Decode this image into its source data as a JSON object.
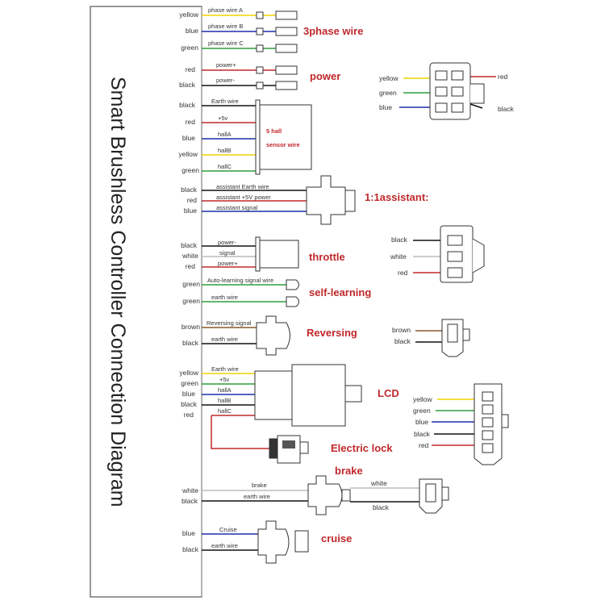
{
  "title": "Smart Brushless Controller Connection Diagram",
  "colors": {
    "yellow": "#f2d200",
    "blue": "#1f2fa8",
    "green": "#2f9e3a",
    "red": "#c0282b",
    "black": "#111111",
    "white": "#bbbbbb",
    "brown": "#8b5a2b",
    "label_red": "#c0282b"
  },
  "sections": {
    "phase": {
      "label": "3phase wire",
      "wires": [
        {
          "color_name": "yellow",
          "label": "phase wire A"
        },
        {
          "color_name": "blue",
          "label": "phase wire B"
        },
        {
          "color_name": "green",
          "label": "phase wire C"
        }
      ]
    },
    "power": {
      "label": "power",
      "wires": [
        {
          "color_name": "red",
          "label": "power+"
        },
        {
          "color_name": "black",
          "label": "power-"
        }
      ],
      "plug_pins": {
        "left": [
          "yellow",
          "green",
          "blue"
        ],
        "right": [
          "red",
          "black"
        ]
      }
    },
    "hall": {
      "box_label_1": "5 hall",
      "box_label_2": "sensor wire",
      "wires": [
        {
          "color_name": "black",
          "label": "Earth wire"
        },
        {
          "color_name": "red",
          "label": "+5v"
        },
        {
          "color_name": "blue",
          "label": "hallA"
        },
        {
          "color_name": "yellow",
          "label": "hallB"
        },
        {
          "color_name": "green",
          "label": "hallC"
        }
      ]
    },
    "assistant": {
      "label": "1:1assistant:",
      "wires": [
        {
          "color_name": "black",
          "label": "assistant Earth wire"
        },
        {
          "color_name": "red",
          "label": "assistant +5V power"
        },
        {
          "color_name": "blue",
          "label": "assistant signal"
        }
      ]
    },
    "throttle": {
      "label": "throttle",
      "wires": [
        {
          "color_name": "black",
          "label": "power-"
        },
        {
          "color_name": "white",
          "label": "signal"
        },
        {
          "color_name": "red",
          "label": "power+"
        }
      ],
      "plug_pins": [
        "black",
        "white",
        "red"
      ]
    },
    "self_learning": {
      "label": "self-learning",
      "wires": [
        {
          "color_name": "green",
          "label": "Auto-learning signal wire"
        },
        {
          "color_name": "green",
          "label": "earth wire"
        }
      ]
    },
    "reversing": {
      "label": "Reversing",
      "wires": [
        {
          "color_name": "brown",
          "label": "Reversing signal"
        },
        {
          "color_name": "black",
          "label": "earth wire"
        }
      ],
      "plug_pins": [
        "brown",
        "black"
      ]
    },
    "lcd": {
      "label": "LCD",
      "wires": [
        {
          "color_name": "yellow",
          "label": "Earth wire"
        },
        {
          "color_name": "green",
          "label": "+5v"
        },
        {
          "color_name": "blue",
          "label": "hallA"
        },
        {
          "color_name": "black",
          "label": "hallB"
        },
        {
          "color_name": "red",
          "label": "hallC"
        }
      ],
      "plug_pins": [
        "yellow",
        "green",
        "blue",
        "black",
        "red"
      ]
    },
    "lock": {
      "label": "Electric lock"
    },
    "brake": {
      "label": "brake",
      "wires": [
        {
          "color_name": "white",
          "label": "brake"
        },
        {
          "color_name": "black",
          "label": "earth wire"
        }
      ],
      "plug_pins": [
        "white",
        "black"
      ]
    },
    "cruise": {
      "label": "cruise",
      "wires": [
        {
          "color_name": "blue",
          "label": "Cruise"
        },
        {
          "color_name": "black",
          "label": "earth wire"
        }
      ]
    }
  }
}
